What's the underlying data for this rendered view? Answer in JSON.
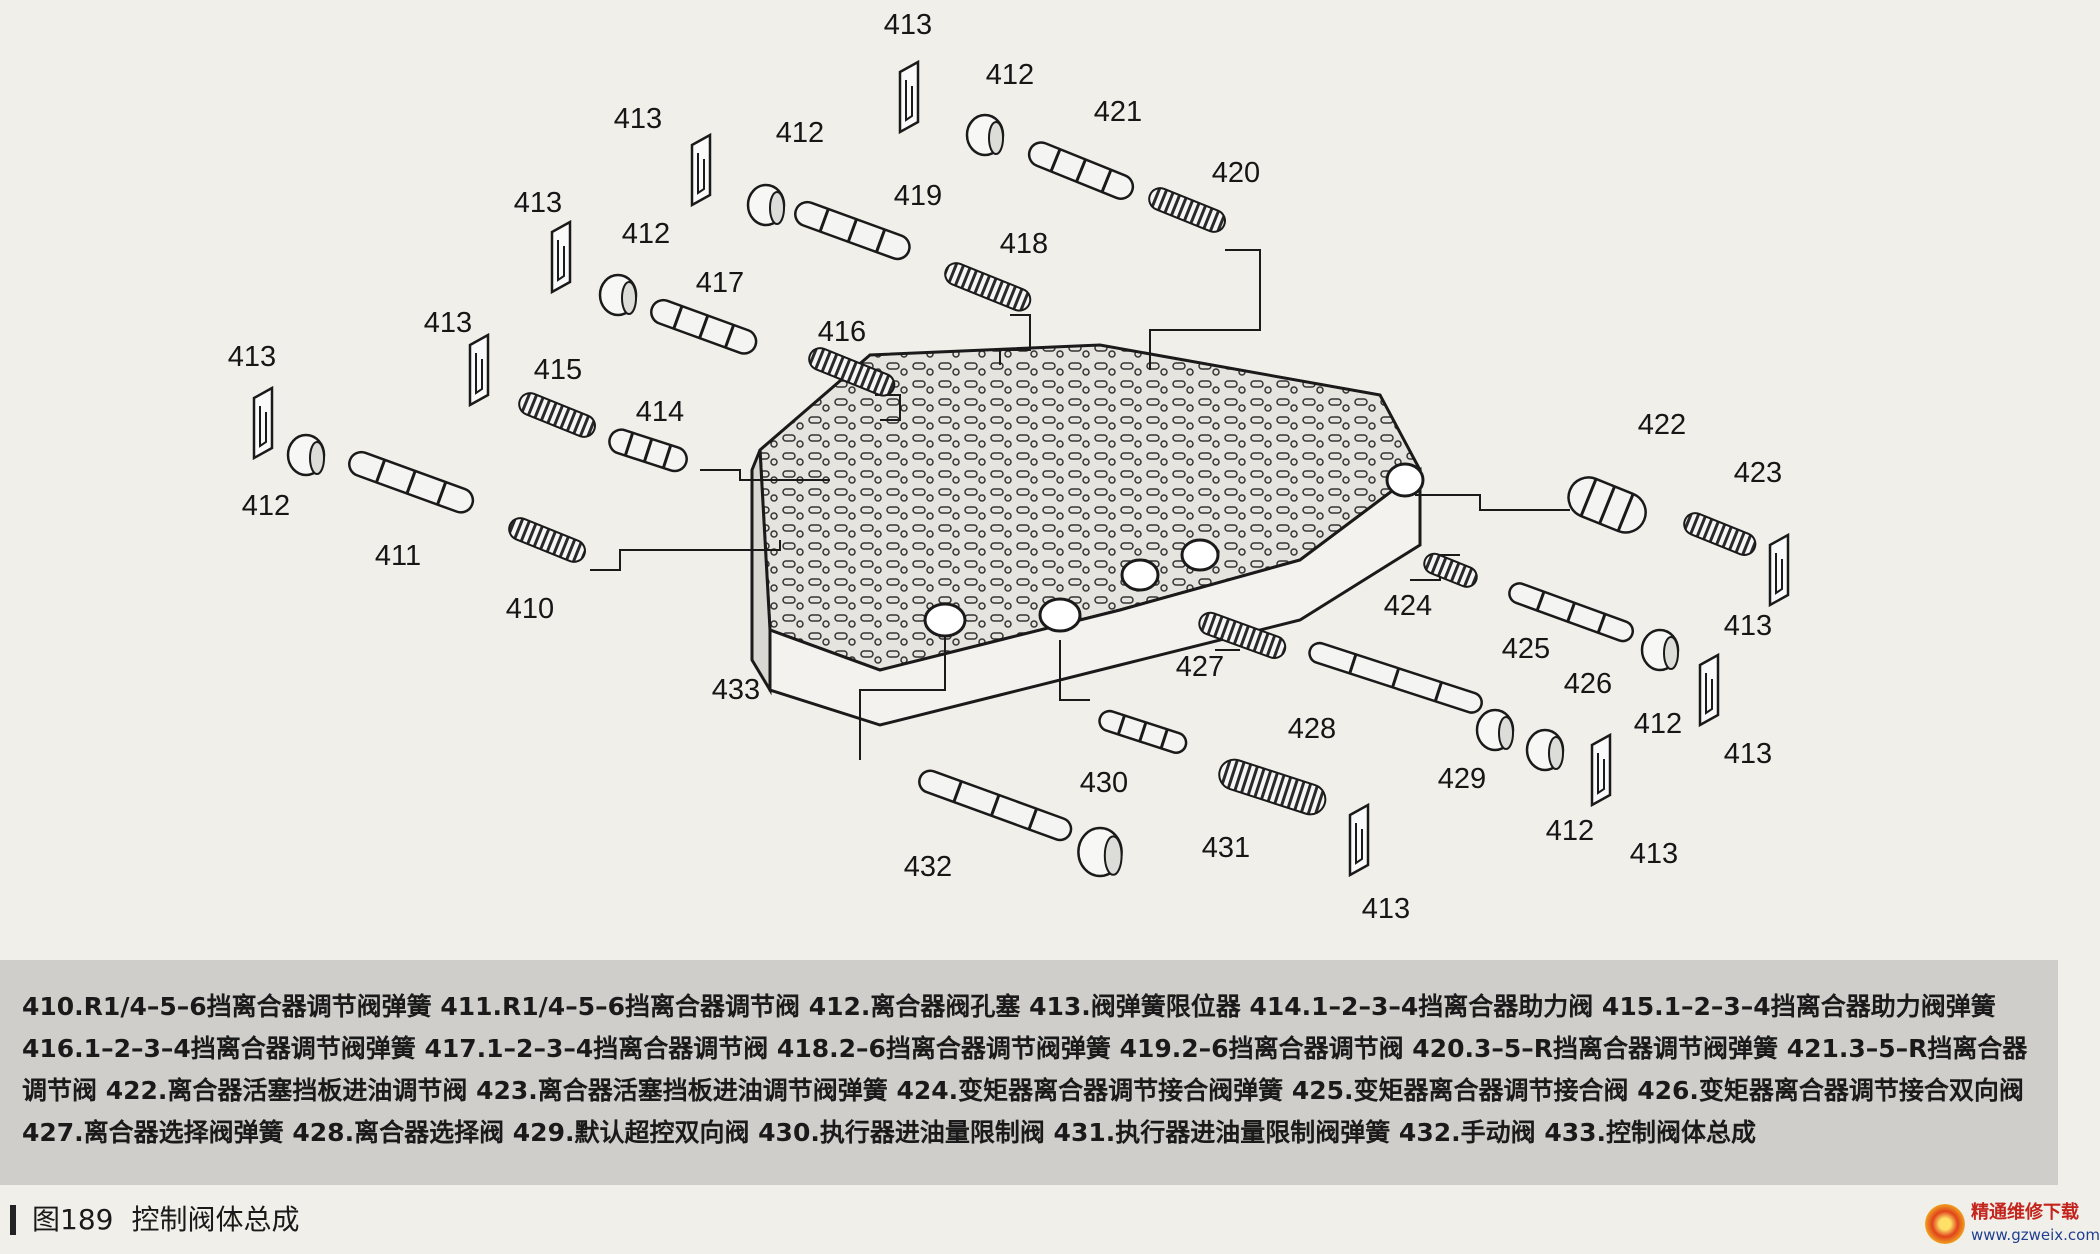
{
  "diagram": {
    "callouts": [
      "413",
      "412",
      "421",
      "420",
      "413",
      "412",
      "419",
      "418",
      "413",
      "412",
      "417",
      "416",
      "413",
      "415",
      "414",
      "413",
      "412",
      "411",
      "410",
      "433",
      "422",
      "423",
      "413",
      "424",
      "425",
      "426",
      "412",
      "413",
      "427",
      "428",
      "429",
      "412",
      "413",
      "430",
      "431",
      "432",
      "413"
    ]
  },
  "caption": {
    "text": "410.R1/4–5–6挡离合器调节阀弹簧 411.R1/4–5–6挡离合器调节阀 412.离合器阀孔塞 413.阀弹簧限位器 414.1–2–3–4挡离合器助力阀 415.1–2–3–4挡离合器助力阀弹簧 416.1–2–3–4挡离合器调节阀弹簧 417.1–2–3–4挡离合器调节阀 418.2–6挡离合器调节阀弹簧 419.2–6挡离合器调节阀 420.3–5–R挡离合器调节阀弹簧 421.3–5–R挡离合器调节阀 422.离合器活塞挡板进油调节阀 423.离合器活塞挡板进油调节阀弹簧 424.变矩器离合器调节接合阀弹簧 425.变矩器离合器调节接合阀 426.变矩器离合器调节接合双向阀 427.离合器选择阀弹簧 428.离合器选择阀 429.默认超控双向阀 430.执行器进油量限制阀 431.执行器进油量限制阀弹簧 432.手动阀 433.控制阀体总成"
  },
  "figure": {
    "number": "图189",
    "title": "控制阀体总成"
  },
  "watermark": {
    "name": "精通维修下载",
    "url": "www.gzweix.com"
  }
}
